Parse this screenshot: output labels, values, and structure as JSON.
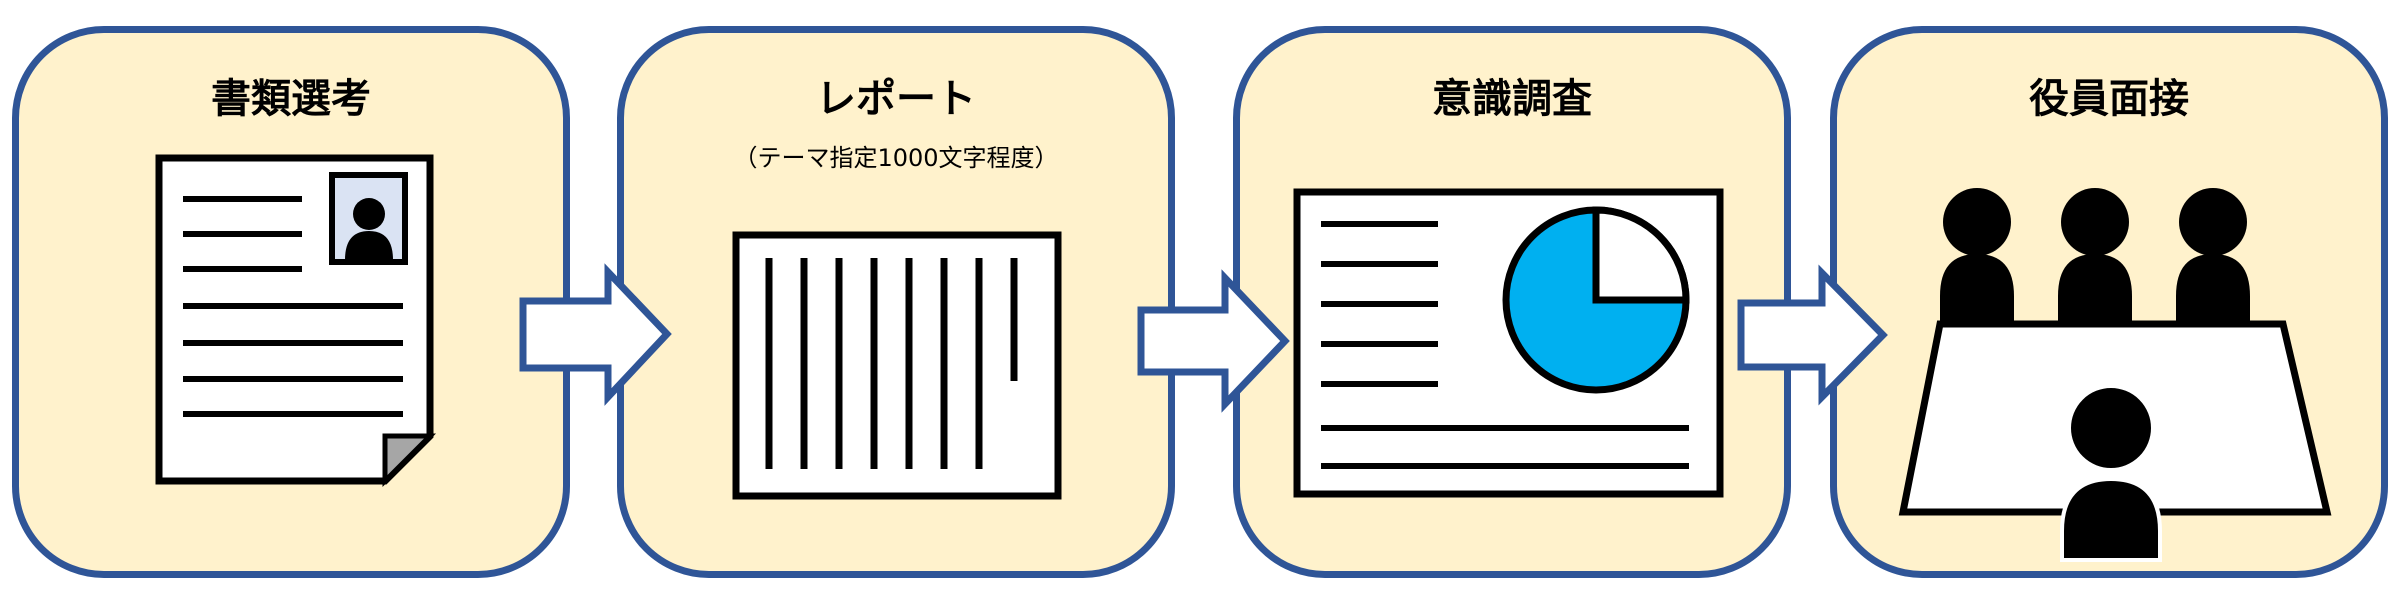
{
  "steps": [
    {
      "title": "書類選考",
      "subtitle": ""
    },
    {
      "title": "レポート",
      "subtitle": "（テーマ指定1000文字程度）"
    },
    {
      "title": "意識調査",
      "subtitle": ""
    },
    {
      "title": "役員面接",
      "subtitle": ""
    }
  ],
  "colors": {
    "card_fill": "#fff2cc",
    "card_border": "#2f5597",
    "pie_fill": "#00b0f0",
    "photo_fill": "#dae3f3",
    "arrow_fill": "#ffffff",
    "ink": "#000000"
  },
  "icons": [
    "resume-icon",
    "report-icon",
    "survey-chart-icon",
    "interview-meeting-icon",
    "arrow-right-icon"
  ]
}
